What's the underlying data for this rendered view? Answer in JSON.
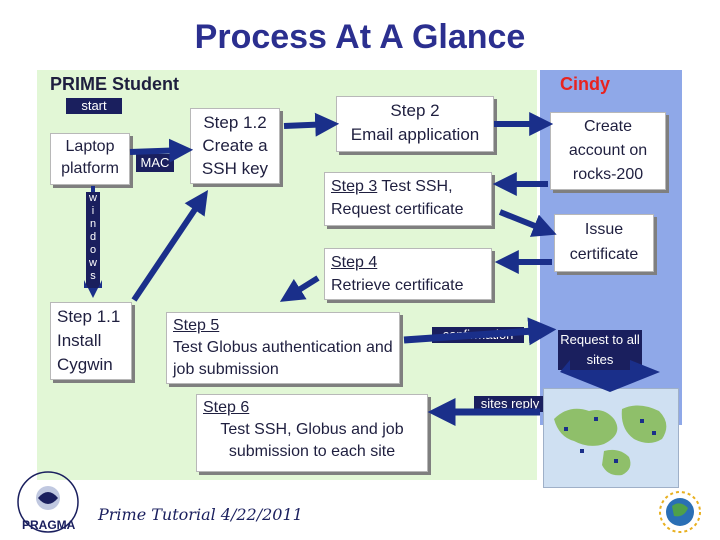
{
  "title": "Process At A Glance",
  "student_header": "PRIME Student",
  "cindy_header": "Cindy",
  "start_label": "start",
  "laptop": "Laptop platform",
  "mac_label": "MAC",
  "windows_label": [
    "w",
    "i",
    "n",
    "d",
    "o",
    "w",
    "s"
  ],
  "step_1_1": {
    "name": "Step 1.1",
    "text": "Install Cygwin"
  },
  "step_1_2": {
    "name": "Step 1.2",
    "text": "Create a SSH key"
  },
  "step_2": {
    "name": "Step 2",
    "text": "Email application"
  },
  "step_3": {
    "name": "Step 3",
    "text": " Test SSH, Request certificate"
  },
  "step_4": {
    "name": "Step 4",
    "text": "Retrieve certificate"
  },
  "step_5": {
    "name": "Step 5",
    "text": "Test Globus authentication and job submission"
  },
  "step_6": {
    "name": "Step 6",
    "text": "Test SSH, Globus and job submission to each site"
  },
  "create_account": "Create account on rocks-200",
  "issue_certificate": "Issue certificate",
  "confirmation_label": "confirmation",
  "request_label": "Request to all sites",
  "sites_reply_label": "sites reply",
  "footer": "Prime Tutorial 4/22/2011",
  "pragma_logo_text": "PRAGMA",
  "colors": {
    "title": "#2b2f8f",
    "cindy": "#e8231f",
    "arrow": "#1a2f8a",
    "student_panel": "#e2f7d6",
    "cindy_panel": "#8fa8e8"
  }
}
